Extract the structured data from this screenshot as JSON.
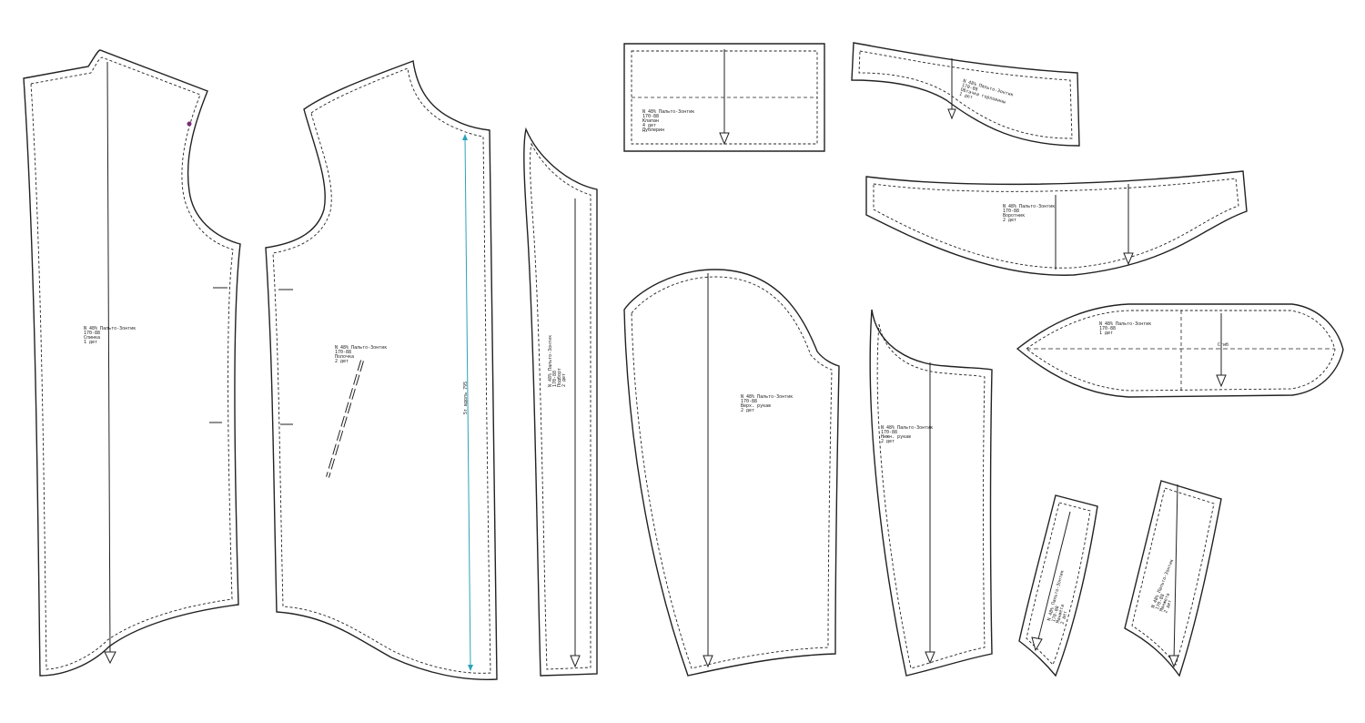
{
  "title": "",
  "colors": {
    "outline": "#222222",
    "measure_line": "#2aa3b8",
    "notch_mark": "#7a2a7a",
    "background": "#ffffff"
  },
  "pieces": {
    "back": {
      "name": "back-piece",
      "lines": [
        "N 48% Пальто-Зонтик",
        "170-88",
        "Спинка",
        "1 дет"
      ]
    },
    "front": {
      "name": "front-piece",
      "lines": [
        "N 48% Пальто-Зонтик",
        "170-88",
        "Полочка",
        "2 дет"
      ],
      "measure": "5т вдоль 795"
    },
    "facing": {
      "name": "facing-piece",
      "lines": [
        "N 48% Пальто-Зонтик",
        "170-88",
        "Подборт",
        "2 дет"
      ]
    },
    "pocket": {
      "name": "pocket-piece",
      "lines": [
        "N 48% Пальто-Зонтик",
        "170-88",
        "Клапан",
        "4 дет",
        "Дублерин"
      ]
    },
    "back_facing": {
      "name": "back-facing-piece",
      "lines": [
        "N 48% Пальто-Зонтик",
        "170-88",
        "Обтачка горловины",
        "1 дет"
      ]
    },
    "collar": {
      "name": "collar-piece",
      "lines": [
        "N 48% Пальто-Зонтик",
        "170-88",
        "Воротник",
        "2 дет"
      ]
    },
    "belt": {
      "name": "belt-piece",
      "lines": [
        "N 48% Пальто-Зонтик",
        "170-88",
        "1 дет"
      ],
      "fold": "Сгиб"
    },
    "upper_sleeve": {
      "name": "upper-sleeve-piece",
      "lines": [
        "N 48% Пальто-Зонтик",
        "170-88",
        "Верх. рукав",
        "2 дет"
      ]
    },
    "under_sleeve": {
      "name": "under-sleeve-piece",
      "lines": [
        "N 48% Пальто-Зонтик",
        "170-88",
        "Нижн. рукав",
        "2 дет"
      ]
    },
    "cuff_a": {
      "name": "cuff-left-piece",
      "lines": [
        "N 48% Пальто-Зонтик",
        "170-88",
        "Манжета",
        "2 дет"
      ]
    },
    "cuff_b": {
      "name": "cuff-right-piece",
      "lines": [
        "N 48% Пальто-Зонтик",
        "170-88",
        "Манжета",
        "2 дет"
      ]
    }
  }
}
